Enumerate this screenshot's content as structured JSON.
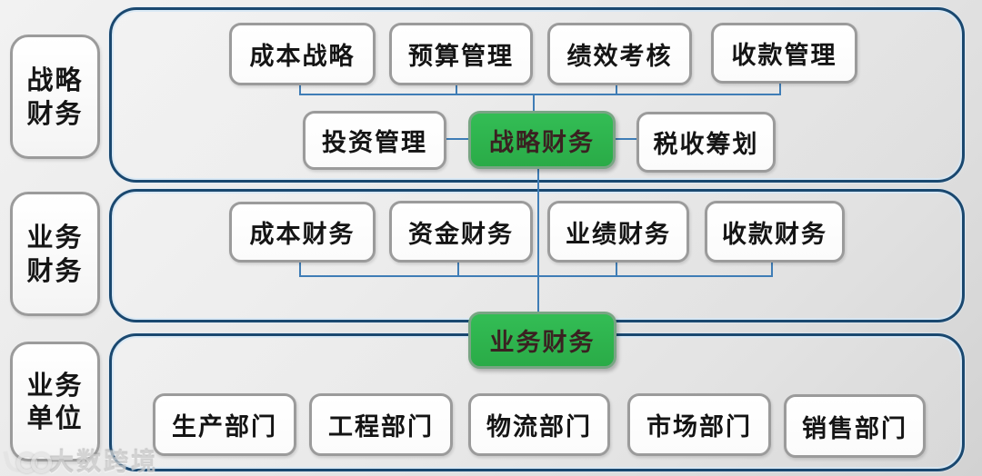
{
  "side_labels": [
    {
      "line1": "战略",
      "line2": "财务"
    },
    {
      "line1": "业务",
      "line2": "财务"
    },
    {
      "line1": "业务",
      "line2": "单位"
    }
  ],
  "strategic_section": {
    "children_top": [
      "成本战略",
      "预算管理",
      "绩效考核",
      "收款管理"
    ],
    "left_node": "投资管理",
    "center_node": "战略财务",
    "right_node": "税收筹划"
  },
  "business_finance_section": {
    "children": [
      "成本财务",
      "资金财务",
      "业绩财务",
      "收款财务"
    ],
    "center_node": "业务财务"
  },
  "business_units_section": {
    "departments": [
      "生产部门",
      "工程部门",
      "物流部门",
      "市场部门",
      "销售部门"
    ]
  },
  "watermark": {
    "logo": "rings-bird-logo",
    "text": "大数跨境"
  },
  "colors": {
    "section_border": "#1a486f",
    "node_border_gray": "#9b9b9b",
    "green_node_fill": "#2eb44e",
    "connector_blue": "#3f7db6",
    "background_gray": "#e4e4e4"
  }
}
